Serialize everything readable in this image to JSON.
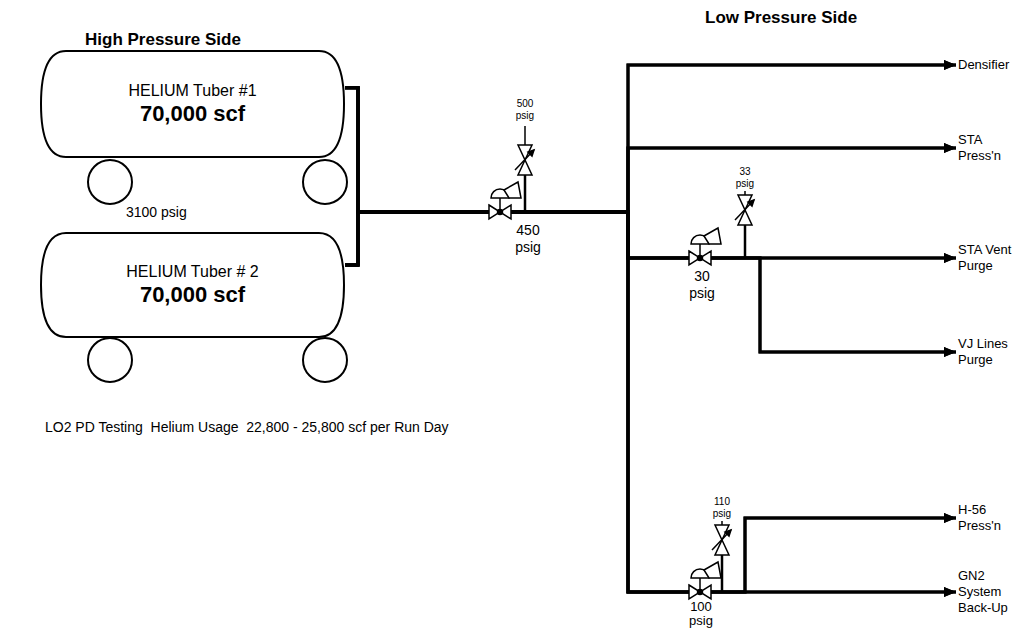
{
  "diagram": {
    "nodes": [
      {
        "text": [
          "HELIUM Tuber #1",
          "70,000 scf"
        ]
      },
      {
        "text": [
          "HELIUM Tuber # 2",
          "70,000 scf"
        ]
      },
      {
        "text": [
          "Densifier"
        ]
      },
      {
        "text": [
          "STA Press'n"
        ]
      },
      {
        "text": [
          "STA Vent Purge"
        ]
      },
      {
        "text": [
          "VJ Lines Purge"
        ]
      },
      {
        "text": [
          "H-56 Press'n"
        ]
      },
      {
        "text": [
          "GN2 System Back-Up"
        ]
      }
    ],
    "edges": [
      {
        "from": 0,
        "to": 2,
        "arrow": "to"
      },
      {
        "from": 0,
        "to": 3,
        "arrow": "to"
      },
      {
        "from": 0,
        "to": 4,
        "arrow": "to"
      },
      {
        "from": 0,
        "to": 5,
        "arrow": "to"
      },
      {
        "from": 0,
        "to": 6,
        "arrow": "to"
      },
      {
        "from": 0,
        "to": 7,
        "arrow": "to"
      },
      {
        "from": 1,
        "to": 2,
        "arrow": "to"
      },
      {
        "from": 1,
        "to": 3,
        "arrow": "to"
      },
      {
        "from": 1,
        "to": 4,
        "arrow": "to"
      },
      {
        "from": 1,
        "to": 5,
        "arrow": "to"
      },
      {
        "from": 1,
        "to": 6,
        "arrow": "to"
      },
      {
        "from": 1,
        "to": 7,
        "arrow": "to"
      }
    ],
    "labels": [
      "High Pressure Side",
      "Low Pressure Side",
      "500 psig",
      "450 psig",
      "3100 psig",
      "33 psig",
      "30 psig",
      "110 psig",
      "100 psig",
      "LO2 PD Testing  Helium Usage  22,800 - 25,800 scf per Run Day"
    ]
  }
}
